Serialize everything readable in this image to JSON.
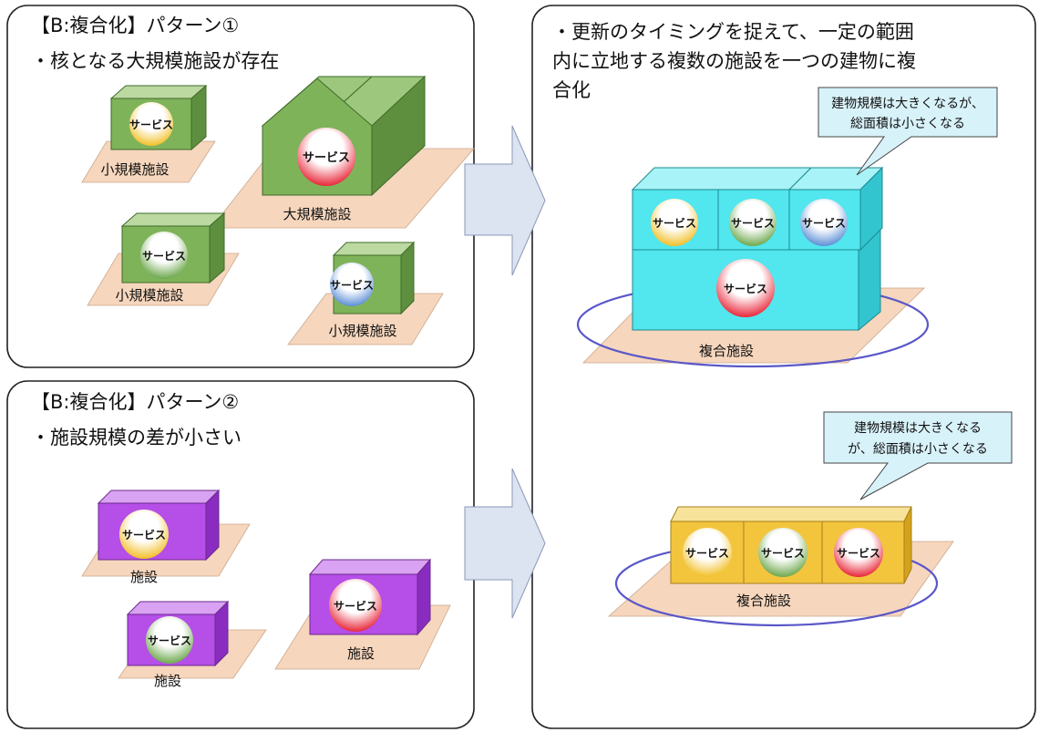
{
  "panels": {
    "pattern1": {
      "title": "【B:複合化】パターン①",
      "bullet": "・核となる大規模施設が存在"
    },
    "pattern2": {
      "title": "【B:複合化】パターン②",
      "bullet": "・施設規模の差が小さい"
    },
    "result": {
      "bullet_lines": [
        "・更新のタイミングを捉えて、一定の範囲",
        "内に立地する複数の施設を一つの建物に複",
        "合化"
      ]
    }
  },
  "service_label": "サービス",
  "building_labels": {
    "small": "小規模施設",
    "large": "大規模施設",
    "facility": "施設",
    "complex": "複合施設"
  },
  "callouts": {
    "top": [
      "建物規模は大きくなるが、",
      "総面積は小さくなる"
    ],
    "bottom": [
      "建物規模は大きくなる",
      "が、総面積は小さくなる"
    ]
  },
  "colors": {
    "green_building": "#7fb35a",
    "purple_building": "#b64ee8",
    "cyan_building": "#52e6ee",
    "yellow_building": "#f2c53d",
    "floor_tan": "#f6d6bd",
    "callout_fill": "#d8f2fa",
    "arrow_fill": "#dce3f1",
    "ring_stroke": "#5a57c8",
    "sphere_red": "#e8283a",
    "sphere_yellow": "#f2c02a",
    "sphere_green": "#6ea84e",
    "sphere_blue": "#5d8fd6"
  }
}
